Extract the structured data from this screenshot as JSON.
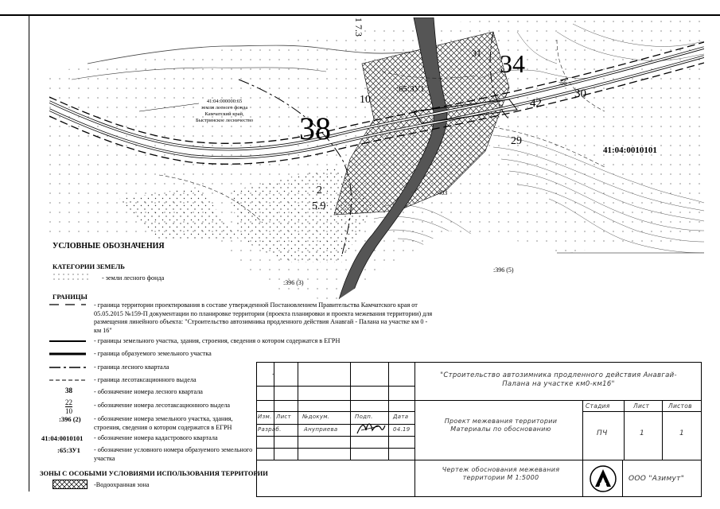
{
  "map": {
    "quarter_38": "38",
    "quarter_34": "34",
    "vydel_31": "31",
    "vydel_10": "10",
    "vydel_42": "42",
    "vydel_30": "30",
    "vydel_29": "29",
    "vydel_2": "2",
    "vydel_59": "5.9",
    "fraction_top": "1",
    "fraction_bottom": "7.3",
    "plot_label": ":65:ЗУ1",
    "cadastral_quarter": "41:04:0010101",
    "num_403": ":403",
    "num_396_3": ":396 (3)",
    "num_396_5": ":396 (5)",
    "num_bb": ":бб",
    "forest_info_1": "41:04:000000:65",
    "forest_info_2": "земли лесного фонда",
    "forest_info_3": "Камчатский край,",
    "forest_info_4": "Быстринское лесничество"
  },
  "legend": {
    "title": "УСЛОВНЫЕ ОБОЗНАЧЕНИЯ",
    "land_categories_title": "КАТЕГОРИИ ЗЕМЕЛЬ",
    "forest_fund": "- земли лесного фонда",
    "boundaries_title": "ГРАНИЦЫ",
    "boundary_project": "- граница территории проектирования в составе утвержденной Постановлением Правительства Камчатского края от 05.05.2015 №159-П документации по планировке территории (проекта планировки и проекта межевания территории) для размещения линейного объекта: \"Строительство автозимника продленного действия Анавгай - Палана на участке км 0 - км 16\"",
    "boundary_egrn": "- границы земельного участка, здания, строения, сведения о котором содержатся в ЕГРН",
    "boundary_formed": "- граница образуемого земельного участка",
    "boundary_forest_quarter": "- граница лесного квартала",
    "boundary_taxation": "- граница лесотаксационного выдела",
    "quarter_num_example": "38",
    "quarter_num_desc": "- обозначение номера лесного квартала",
    "vydel_num_top": "22",
    "vydel_num_bottom": "10",
    "vydel_num_desc": "- обозначение номера лесотаксационного выдела",
    "plot_num_example": ":396 (2)",
    "plot_num_desc": "- обозначение номера земельного участка, здания, строения, сведения о котором содержатся в ЕГРН",
    "cad_example": "41:04:0010101",
    "cad_desc": "- обозначение номера кадастрового квартала",
    "formed_example": ":65:ЗУ1",
    "formed_desc": "- обозначение условного номера образуемого земельного участка",
    "zones_title": "ЗОНЫ С ОСОБЫМИ УСЛОВИЯМИ ИСПОЛЬЗОВАНИЯ ТЕРРИТОРИИ",
    "water_zone": "-Водоохранная зона"
  },
  "titleblock": {
    "project_title": "\"Строительство автозимника продленного действия Анавгай-Палана на участке км0-км16\"",
    "col_izm": "Изм.",
    "col_list": "Лист",
    "col_doc": "№докум.",
    "col_sign": "Подп.",
    "col_date": "Дата",
    "row_razrab": "Разраб.",
    "razrab_name": "Ануприева",
    "razrab_date": "04.19",
    "doc_title": "Проект межевания территории Материалы по обоснованию",
    "stage_h": "Стадия",
    "sheet_h": "Лист",
    "sheets_h": "Листов",
    "stage_v": "ПЧ",
    "sheet_v": "1",
    "sheets_v": "1",
    "drawing_title": "Чертеж обоснования межевания территории М 1:5000",
    "org": "ООО \"Азимут\"",
    "small_dot": "."
  }
}
